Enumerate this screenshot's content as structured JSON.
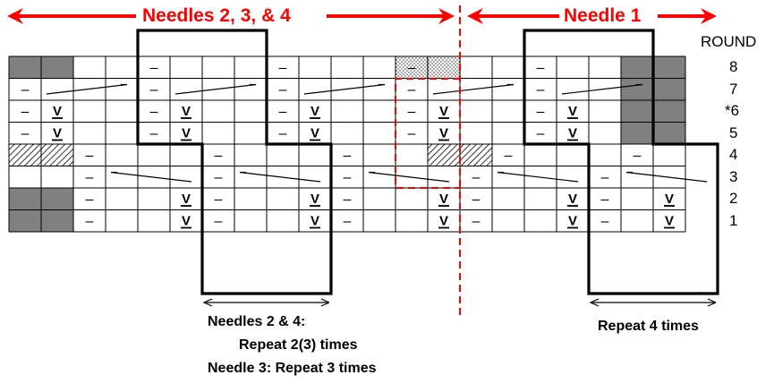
{
  "headers": {
    "left_label": "Needles 2, 3, & 4",
    "right_label": "Needle 1"
  },
  "round_header": "ROUND",
  "round_labels": [
    "8",
    "7",
    "*6",
    "5",
    "4",
    "3",
    "2",
    "1"
  ],
  "notes": {
    "left_line1": "Needles 2 & 4:",
    "left_line2": "Repeat 2(3) times",
    "left_line3": "Needle 3: Repeat 3 times",
    "right_line1": "Repeat 4 times"
  },
  "symbols": {
    "purl": "–",
    "slip": "V"
  },
  "colors": {
    "accent_red": "#ff0000",
    "no_stitch_gray": "#808080",
    "grid_line": "#000000",
    "cell_bg": "#ffffff"
  },
  "legend_codes": {
    "G": "no stitch (gray)",
    "P": "purl",
    "V": "slip stitch",
    "L": "left-leaning decrease line start",
    "R": "right-leaning decrease line start",
    "E": "empty knit cell",
    "H": "hatched cell",
    "D": "dotted cell",
    "Q": "dotted cell with purl"
  },
  "chart_rows": [
    "GGEEPEEEPEEEQDEEPEEGG",
    "PLEEPLEEPLEEPLEEPLEGG",
    "PVEEPVEEPVEEPVEEPVEGG",
    "PVEEPVEEPVEEPVEEPVEGG",
    "HHPEEEPEEEPEEHHPEEEPE",
    "EEPREEPREEPREEPREEPRE",
    "GGPEEVPEEVPEEVPEEVPEV",
    "GGPEEVPEEVPEEVPEEVPEV"
  ]
}
